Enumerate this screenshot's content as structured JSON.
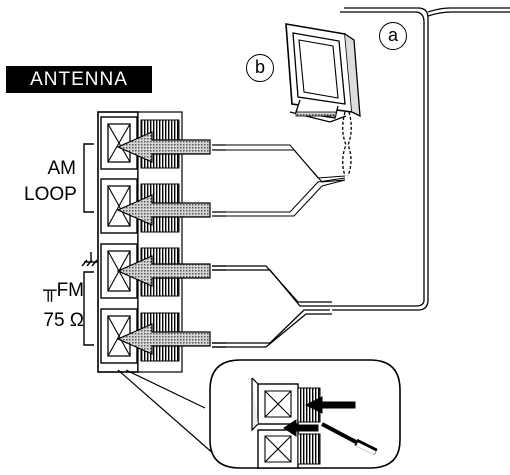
{
  "panel": {
    "header": "ANTENNA",
    "am_label_line1": "AM",
    "am_label_line2": "LOOP",
    "fm_label_line1": "FM",
    "fm_label_line2": "75 Ω",
    "fm_symbol": "╥"
  },
  "callouts": {
    "a": "a",
    "b": "b"
  },
  "colors": {
    "ink": "#000000",
    "paper": "#ffffff",
    "screen_gray": "#7a7a7a"
  }
}
